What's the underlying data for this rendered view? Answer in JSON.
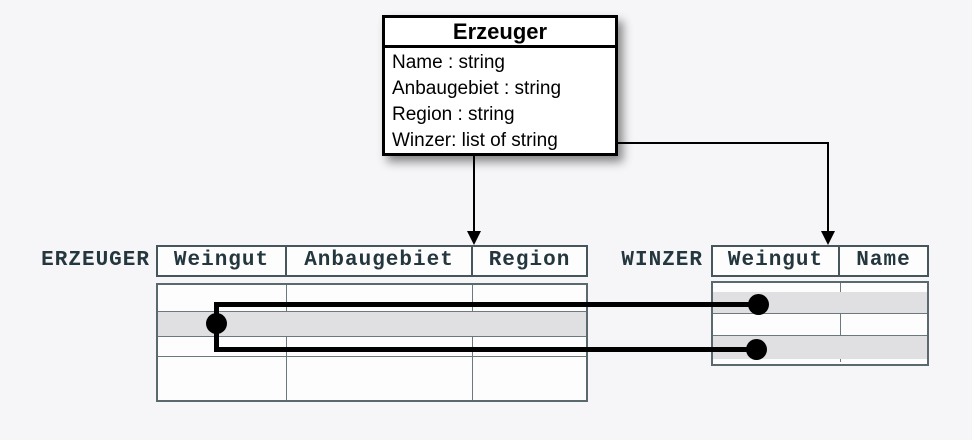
{
  "diagram": {
    "class_box": {
      "title": "Erzeuger",
      "attributes": [
        "Name : string",
        "Anbaugebiet : string",
        "Region : string",
        "Winzer: list of string"
      ]
    },
    "erzeuger_table": {
      "label": "ERZEUGER",
      "columns": [
        "Weingut",
        "Anbaugebiet",
        "Region"
      ],
      "body_rows": 4,
      "highlighted_row_index": 2,
      "cell_values": []
    },
    "winzer_table": {
      "label": "WINZER",
      "columns": [
        "Weingut",
        "Name"
      ],
      "body_rows": 4,
      "highlighted_row_indexes": [
        2,
        4
      ],
      "cell_values": []
    },
    "colors": {
      "background": "#f6f6f8",
      "table_border": "#46565c",
      "grid_line": "#6a797d",
      "header_text": "#25373e",
      "row_highlight": "#e0e0e3",
      "connector": "#000000",
      "class_box_fill": "#ffffff"
    }
  }
}
